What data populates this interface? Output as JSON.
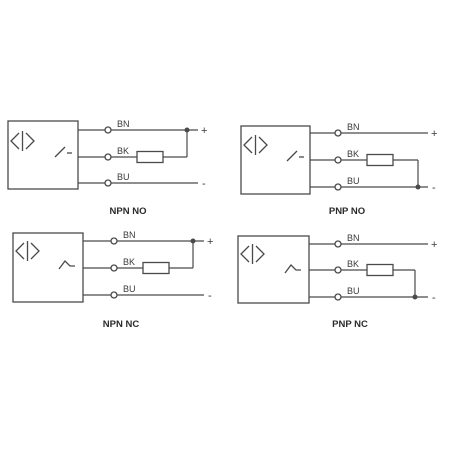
{
  "diagrams": [
    {
      "caption": "NPN NO",
      "wires": [
        "BN",
        "BK",
        "BU"
      ],
      "signs": [
        "+",
        "-"
      ]
    },
    {
      "caption": "PNP NO",
      "wires": [
        "BN",
        "BK",
        "BU"
      ],
      "signs": [
        "+",
        "-"
      ]
    },
    {
      "caption": "NPN NC",
      "wires": [
        "BN",
        "BK",
        "BU"
      ],
      "signs": [
        "+",
        "-"
      ]
    },
    {
      "caption": "PNP NC",
      "wires": [
        "BN",
        "BK",
        "BU"
      ],
      "signs": [
        "+",
        "-"
      ]
    }
  ]
}
